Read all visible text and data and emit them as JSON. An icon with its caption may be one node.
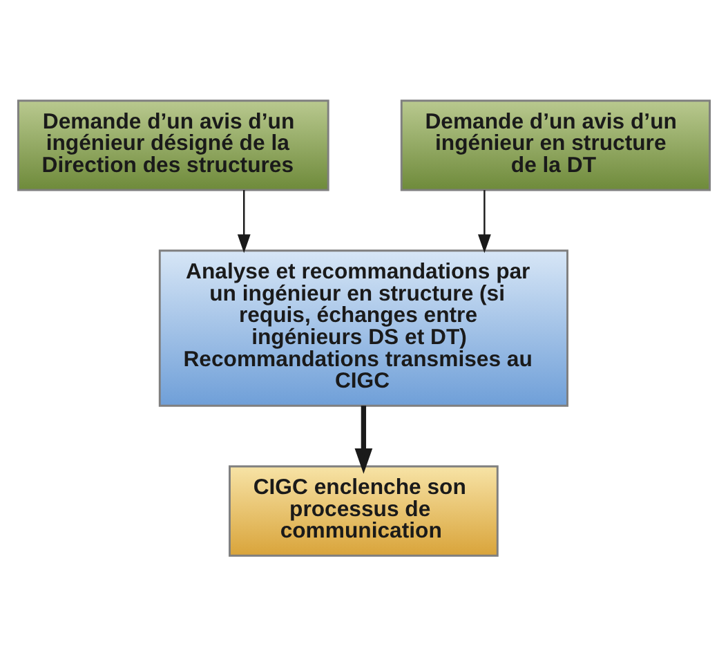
{
  "diagram": {
    "nodes": [
      {
        "text": [
          "Demande d’un avis d’un ingénieur désigné de la Direction des structures"
        ]
      },
      {
        "text": [
          "Demande d’un avis d’un ingénieur en structure de la DT"
        ]
      },
      {
        "text": [
          "Analyse et recommandations par un ingénieur en structure (si requis, échanges entre ingénieurs DS et DT) Recommandations transmises au CIGC"
        ]
      },
      {
        "text": [
          "CIGC enclenche son processus de communication"
        ]
      }
    ],
    "edges": [
      {
        "from": 0,
        "to": 2,
        "arrow": "to"
      },
      {
        "from": 1,
        "to": 2,
        "arrow": "to"
      },
      {
        "from": 2,
        "to": 3,
        "arrow": "to",
        "style": "thick"
      }
    ]
  }
}
